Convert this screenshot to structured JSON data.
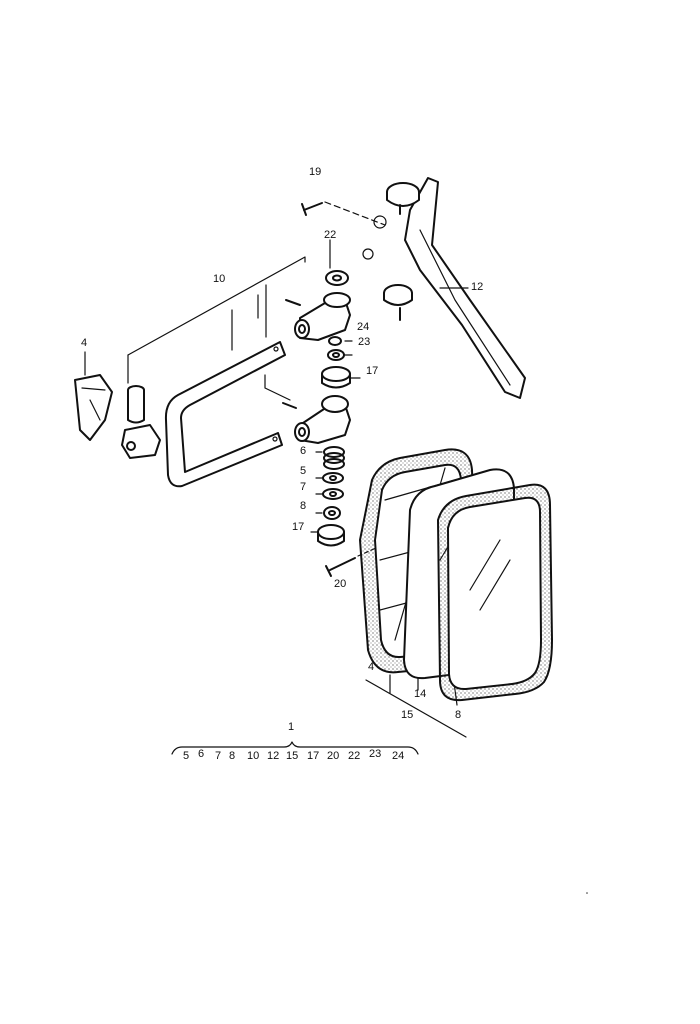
{
  "callouts": {
    "c1": "1",
    "c4_left": "4",
    "c4_mirror": "4",
    "c5": "5",
    "c6": "6",
    "c7": "7",
    "c8_stack": "8",
    "c8_frame": "8",
    "c10": "10",
    "c12": "12",
    "c14": "14",
    "c15": "15",
    "c17_top": "17",
    "c17_bottom": "17",
    "c19": "19",
    "c20": "20",
    "c22": "22",
    "c23": "23",
    "c24": "24"
  },
  "kit_list": [
    "5",
    "6",
    "7",
    "8",
    "10",
    "12",
    "15",
    "17",
    "20",
    "22",
    "23",
    "24"
  ]
}
